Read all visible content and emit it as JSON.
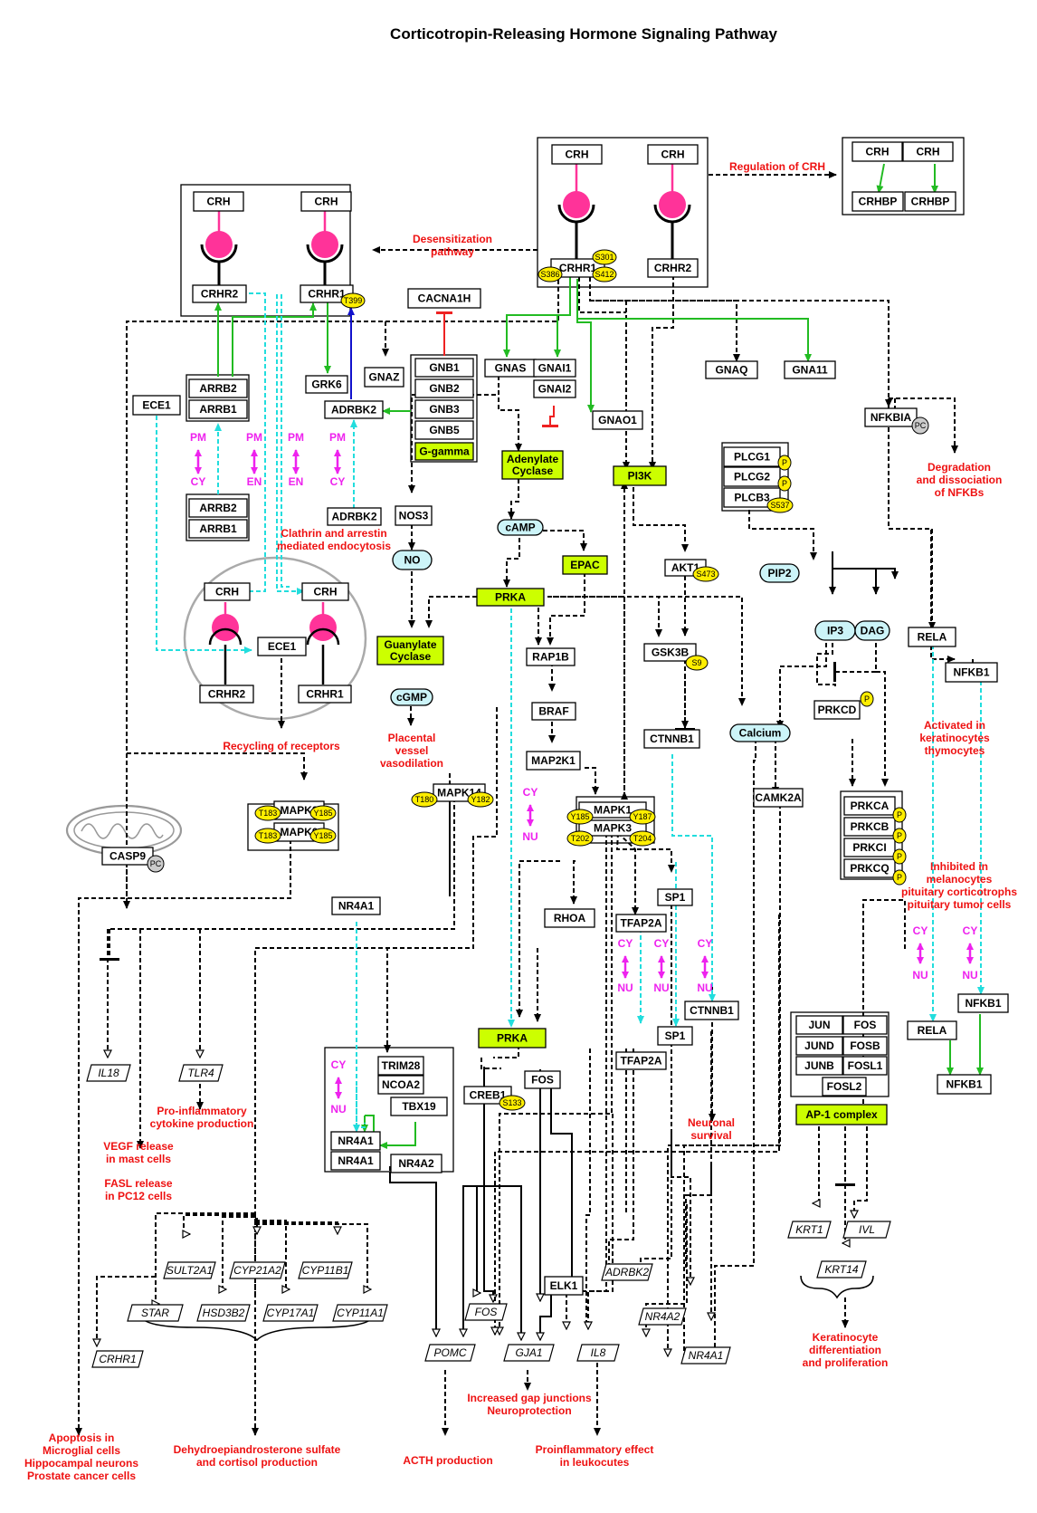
{
  "title": "Corticotropin-Releasing Hormone Signaling Pathway",
  "nodes": [
    {
      "id": "crh_a",
      "label": "CRH",
      "style": "box"
    },
    {
      "id": "crh_b",
      "label": "CRH",
      "style": "box"
    },
    {
      "id": "crhr1_a",
      "label": "CRHR1",
      "style": "box"
    },
    {
      "id": "crhr2_a",
      "label": "CRHR2",
      "style": "box"
    },
    {
      "id": "crh_c",
      "label": "CRH",
      "style": "box"
    },
    {
      "id": "crh_d",
      "label": "CRH",
      "style": "box"
    },
    {
      "id": "crhr2_b",
      "label": "CRHR2",
      "style": "box"
    },
    {
      "id": "crhr1_b",
      "label": "CRHR1",
      "style": "box"
    },
    {
      "id": "crh_e",
      "label": "CRH",
      "style": "box"
    },
    {
      "id": "crh_f",
      "label": "CRH",
      "style": "box"
    },
    {
      "id": "crhbp_a",
      "label": "CRHBP",
      "style": "box"
    },
    {
      "id": "crhbp_b",
      "label": "CRHBP",
      "style": "box"
    },
    {
      "id": "cacna1h",
      "label": "CACNA1H",
      "style": "box"
    },
    {
      "id": "gnb1",
      "label": "GNB1",
      "style": "box"
    },
    {
      "id": "gnb2",
      "label": "GNB2",
      "style": "box"
    },
    {
      "id": "gnb3",
      "label": "GNB3",
      "style": "box"
    },
    {
      "id": "gnb5",
      "label": "GNB5",
      "style": "box"
    },
    {
      "id": "ggamma",
      "label": "G-gamma",
      "style": "lime"
    },
    {
      "id": "gnas",
      "label": "GNAS",
      "style": "box"
    },
    {
      "id": "gnai1",
      "label": "GNAI1",
      "style": "box"
    },
    {
      "id": "gnai2",
      "label": "GNAI2",
      "style": "box"
    },
    {
      "id": "gnao1",
      "label": "GNAO1",
      "style": "box"
    },
    {
      "id": "gnaq",
      "label": "GNAQ",
      "style": "box"
    },
    {
      "id": "gna11",
      "label": "GNA11",
      "style": "box"
    },
    {
      "id": "nfkbia",
      "label": "NFKBIA",
      "style": "box"
    },
    {
      "id": "gnaz",
      "label": "GNAZ",
      "style": "box"
    },
    {
      "id": "grk6",
      "label": "GRK6",
      "style": "box"
    },
    {
      "id": "adrbk2_a",
      "label": "ADRBK2",
      "style": "box"
    },
    {
      "id": "adrbk2_b",
      "label": "ADRBK2",
      "style": "box"
    },
    {
      "id": "arrb2_a",
      "label": "ARRB2",
      "style": "box"
    },
    {
      "id": "arrb1_a",
      "label": "ARRB1",
      "style": "box"
    },
    {
      "id": "arrb2_b",
      "label": "ARRB2",
      "style": "box"
    },
    {
      "id": "arrb1_b",
      "label": "ARRB1",
      "style": "box"
    },
    {
      "id": "ece1_a",
      "label": "ECE1",
      "style": "box"
    },
    {
      "id": "ece1_b",
      "label": "ECE1",
      "style": "box"
    },
    {
      "id": "crh_g",
      "label": "CRH",
      "style": "box"
    },
    {
      "id": "crh_h",
      "label": "CRH",
      "style": "box"
    },
    {
      "id": "crhr2_c",
      "label": "CRHR2",
      "style": "box"
    },
    {
      "id": "crhr1_c",
      "label": "CRHR1",
      "style": "box"
    },
    {
      "id": "adenylate",
      "label": "Adenylate|Cyclase",
      "style": "lime"
    },
    {
      "id": "pi3k",
      "label": "PI3K",
      "style": "lime"
    },
    {
      "id": "plcg1",
      "label": "PLCG1",
      "style": "box"
    },
    {
      "id": "plcg2",
      "label": "PLCG2",
      "style": "box"
    },
    {
      "id": "plcb3",
      "label": "PLCB3",
      "style": "box"
    },
    {
      "id": "nos3",
      "label": "NOS3",
      "style": "box"
    },
    {
      "id": "camp",
      "label": "cAMP",
      "style": "oval"
    },
    {
      "id": "epac",
      "label": "EPAC",
      "style": "lime"
    },
    {
      "id": "no",
      "label": "NO",
      "style": "oval"
    },
    {
      "id": "prka_a",
      "label": "PRKA",
      "style": "lime"
    },
    {
      "id": "akt1",
      "label": "AKT1",
      "style": "box"
    },
    {
      "id": "pip2",
      "label": "PIP2",
      "style": "oval"
    },
    {
      "id": "ip3",
      "label": "IP3",
      "style": "oval"
    },
    {
      "id": "dag",
      "label": "DAG",
      "style": "oval"
    },
    {
      "id": "rela_a",
      "label": "RELA",
      "style": "box"
    },
    {
      "id": "nfkb1_a",
      "label": "NFKB1",
      "style": "box"
    },
    {
      "id": "guanylate",
      "label": "Guanylate|Cyclase",
      "style": "lime"
    },
    {
      "id": "rap1b",
      "label": "RAP1B",
      "style": "box"
    },
    {
      "id": "gsk3b",
      "label": "GSK3B",
      "style": "box"
    },
    {
      "id": "cgmp",
      "label": "cGMP",
      "style": "oval"
    },
    {
      "id": "prkcd",
      "label": "PRKCD",
      "style": "box"
    },
    {
      "id": "braf",
      "label": "BRAF",
      "style": "box"
    },
    {
      "id": "calcium",
      "label": "Calcium",
      "style": "oval"
    },
    {
      "id": "map2k1",
      "label": "MAP2K1",
      "style": "box"
    },
    {
      "id": "ctnnb1_a",
      "label": "CTNNB1",
      "style": "box"
    },
    {
      "id": "camk2a",
      "label": "CAMK2A",
      "style": "box"
    },
    {
      "id": "mapk14",
      "label": "MAPK14",
      "style": "box"
    },
    {
      "id": "mapk8",
      "label": "MAPK8",
      "style": "box"
    },
    {
      "id": "mapk9",
      "label": "MAPK9",
      "style": "box"
    },
    {
      "id": "mapk1",
      "label": "MAPK1",
      "style": "box"
    },
    {
      "id": "mapk3",
      "label": "MAPK3",
      "style": "box"
    },
    {
      "id": "prkca",
      "label": "PRKCA",
      "style": "box"
    },
    {
      "id": "prkcb",
      "label": "PRKCB",
      "style": "box"
    },
    {
      "id": "prkci",
      "label": "PRKCI",
      "style": "box"
    },
    {
      "id": "prkcq",
      "label": "PRKCQ",
      "style": "box"
    },
    {
      "id": "casp9",
      "label": "CASP9",
      "style": "box"
    },
    {
      "id": "nr4a1_a",
      "label": "NR4A1",
      "style": "box"
    },
    {
      "id": "rhoa",
      "label": "RHOA",
      "style": "box"
    },
    {
      "id": "sp1_a",
      "label": "SP1",
      "style": "box"
    },
    {
      "id": "tfap2a_a",
      "label": "TFAP2A",
      "style": "box"
    },
    {
      "id": "ctnnb1_b",
      "label": "CTNNB1",
      "style": "box"
    },
    {
      "id": "prka_b",
      "label": "PRKA",
      "style": "lime"
    },
    {
      "id": "sp1_b",
      "label": "SP1",
      "style": "box"
    },
    {
      "id": "tfap2a_b",
      "label": "TFAP2A",
      "style": "box"
    },
    {
      "id": "jun",
      "label": "JUN",
      "style": "box"
    },
    {
      "id": "fos_a",
      "label": "FOS",
      "style": "box"
    },
    {
      "id": "jund",
      "label": "JUND",
      "style": "box"
    },
    {
      "id": "fosb",
      "label": "FOSB",
      "style": "box"
    },
    {
      "id": "junb",
      "label": "JUNB",
      "style": "box"
    },
    {
      "id": "fosl1",
      "label": "FOSL1",
      "style": "box"
    },
    {
      "id": "fosl2",
      "label": "FOSL2",
      "style": "box"
    },
    {
      "id": "ap1",
      "label": "AP-1 complex",
      "style": "lime"
    },
    {
      "id": "rela_b",
      "label": "RELA",
      "style": "box"
    },
    {
      "id": "nfkb1_b",
      "label": "NFKB1",
      "style": "box"
    },
    {
      "id": "nfkb1_c",
      "label": "NFKB1",
      "style": "box"
    },
    {
      "id": "trim28",
      "label": "TRIM28",
      "style": "box"
    },
    {
      "id": "ncoa2",
      "label": "NCOA2",
      "style": "box"
    },
    {
      "id": "tbx19",
      "label": "TBX19",
      "style": "box"
    },
    {
      "id": "nr4a1_b",
      "label": "NR4A1",
      "style": "box"
    },
    {
      "id": "nr4a1_c",
      "label": "NR4A1",
      "style": "box"
    },
    {
      "id": "nr4a2_a",
      "label": "NR4A2",
      "style": "box"
    },
    {
      "id": "creb1",
      "label": "CREB1",
      "style": "box"
    },
    {
      "id": "fos_b",
      "label": "FOS",
      "style": "box"
    },
    {
      "id": "il18",
      "label": "IL18",
      "style": "gene"
    },
    {
      "id": "tlr4",
      "label": "TLR4",
      "style": "gene"
    },
    {
      "id": "sult2a1",
      "label": "SULT2A1",
      "style": "gene"
    },
    {
      "id": "cyp21a2",
      "label": "CYP21A2",
      "style": "gene"
    },
    {
      "id": "cyp11b1",
      "label": "CYP11B1",
      "style": "gene"
    },
    {
      "id": "star",
      "label": "STAR",
      "style": "gene"
    },
    {
      "id": "hsd3b2",
      "label": "HSD3B2",
      "style": "gene"
    },
    {
      "id": "cyp17a1",
      "label": "CYP17A1",
      "style": "gene"
    },
    {
      "id": "cyp11a1",
      "label": "CYP11A1",
      "style": "gene"
    },
    {
      "id": "crhr1_gene",
      "label": "CRHR1",
      "style": "gene"
    },
    {
      "id": "pomc",
      "label": "POMC",
      "style": "gene"
    },
    {
      "id": "fos_gene",
      "label": "FOS",
      "style": "gene"
    },
    {
      "id": "gja1",
      "label": "GJA1",
      "style": "gene"
    },
    {
      "id": "elk1",
      "label": "ELK1",
      "style": "box"
    },
    {
      "id": "il8",
      "label": "IL8",
      "style": "gene"
    },
    {
      "id": "adrbk2_gene",
      "label": "ADRBK2",
      "style": "gene"
    },
    {
      "id": "nr4a2_gene",
      "label": "NR4A2",
      "style": "gene"
    },
    {
      "id": "nr4a1_gene",
      "label": "NR4A1",
      "style": "gene"
    },
    {
      "id": "krt1",
      "label": "KRT1",
      "style": "gene"
    },
    {
      "id": "ivl",
      "label": "IVL",
      "style": "gene"
    },
    {
      "id": "krt14",
      "label": "KRT14",
      "style": "gene"
    }
  ],
  "sites": [
    {
      "id": "s301",
      "label": "S301"
    },
    {
      "id": "s386",
      "label": "S386"
    },
    {
      "id": "s412",
      "label": "S412"
    },
    {
      "id": "t399",
      "label": "T399"
    },
    {
      "id": "s473",
      "label": "S473"
    },
    {
      "id": "s9",
      "label": "S9"
    },
    {
      "id": "s537",
      "label": "S537"
    },
    {
      "id": "t180",
      "label": "T180"
    },
    {
      "id": "y182",
      "label": "Y182"
    },
    {
      "id": "t183a",
      "label": "T183"
    },
    {
      "id": "y185a",
      "label": "Y185"
    },
    {
      "id": "t183b",
      "label": "T183"
    },
    {
      "id": "y185b",
      "label": "Y185"
    },
    {
      "id": "y185c",
      "label": "Y185"
    },
    {
      "id": "y187",
      "label": "Y187"
    },
    {
      "id": "t202",
      "label": "T202"
    },
    {
      "id": "t204",
      "label": "T204"
    },
    {
      "id": "s133",
      "label": "S133"
    },
    {
      "id": "p1",
      "label": "P"
    },
    {
      "id": "p2",
      "label": "P"
    },
    {
      "id": "p3",
      "label": "P"
    },
    {
      "id": "p4",
      "label": "P"
    },
    {
      "id": "p5",
      "label": "P"
    },
    {
      "id": "p6",
      "label": "P"
    },
    {
      "id": "p7",
      "label": "P"
    },
    {
      "id": "p8",
      "label": "P"
    },
    {
      "id": "pc1",
      "label": "PC"
    },
    {
      "id": "pc2",
      "label": "PC"
    }
  ],
  "annotations": [
    {
      "id": "reg_crh",
      "lines": [
        "Regulation of CRH"
      ]
    },
    {
      "id": "desens",
      "lines": [
        "Desensitization",
        "pathway"
      ]
    },
    {
      "id": "clathrin",
      "lines": [
        "Clathrin and arrestin",
        "mediated endocytosis"
      ]
    },
    {
      "id": "recycling",
      "lines": [
        "Recycling of receptors"
      ]
    },
    {
      "id": "placental",
      "lines": [
        "Placental",
        "vessel",
        "vasodilation"
      ]
    },
    {
      "id": "degradation",
      "lines": [
        "Degradation",
        "and dissociation",
        "of NFKBs"
      ]
    },
    {
      "id": "activated",
      "lines": [
        "Activated in",
        "keratinocytes",
        "thymocytes"
      ]
    },
    {
      "id": "inhibited",
      "lines": [
        "Inhibited in",
        "melanocytes",
        "pituitary corticotrophs",
        "pituitary tumor cells"
      ]
    },
    {
      "id": "proinfl_cyto",
      "lines": [
        "Pro-inflammatory",
        "cytokine production"
      ]
    },
    {
      "id": "vegf",
      "lines": [
        "VEGF release",
        "in mast cells"
      ]
    },
    {
      "id": "fasl",
      "lines": [
        "FASL release",
        "in PC12 cells"
      ]
    },
    {
      "id": "neuronal",
      "lines": [
        "Neuronal",
        "survival"
      ]
    },
    {
      "id": "apoptosis",
      "lines": [
        "Apoptosis in",
        "Microglial cells",
        "Hippocampal neurons",
        "Prostate cancer cells"
      ]
    },
    {
      "id": "dhea",
      "lines": [
        "Dehydroepiandrosterone sulfate",
        "and cortisol production"
      ]
    },
    {
      "id": "acth",
      "lines": [
        "ACTH production"
      ]
    },
    {
      "id": "gapjunc",
      "lines": [
        "Increased gap junctions",
        "Neuroprotection"
      ]
    },
    {
      "id": "proinfl_leuk",
      "lines": [
        "Proinflammatory effect",
        "in leukocutes"
      ]
    },
    {
      "id": "kerat",
      "lines": [
        "Keratinocyte",
        "differentiation",
        "and proliferation"
      ]
    }
  ],
  "compartment_labels": [
    {
      "id": "ph1",
      "top": "PM",
      "bottom": "CY"
    },
    {
      "id": "ph2",
      "top": "PM",
      "bottom": "EN"
    },
    {
      "id": "ph3",
      "top": "PM",
      "bottom": "EN"
    },
    {
      "id": "ph4",
      "top": "PM",
      "bottom": "CY"
    },
    {
      "id": "ph5",
      "top": "CY",
      "bottom": "NU"
    },
    {
      "id": "ph6",
      "top": "CY",
      "bottom": "NU"
    },
    {
      "id": "ph7",
      "top": "CY",
      "bottom": "NU"
    },
    {
      "id": "ph8",
      "top": "CY",
      "bottom": "NU"
    },
    {
      "id": "ph9",
      "top": "CY",
      "bottom": "NU"
    },
    {
      "id": "ph10",
      "top": "CY",
      "bottom": "NU"
    },
    {
      "id": "ph11",
      "top": "CY",
      "bottom": "NU"
    }
  ],
  "colors": {
    "activation_green": "#22bb22",
    "inhibition_red": "#ee2222",
    "translocation_cyan": "#22dddd",
    "phosphorylation_blue": "#1111cc",
    "ligand_pink": "#ff3399",
    "compartment_magenta": "#ee22ee",
    "complex_lime": "#ccff00",
    "messenger_cyan": "#ccf4f8",
    "site_yellow": "#ffee00"
  }
}
